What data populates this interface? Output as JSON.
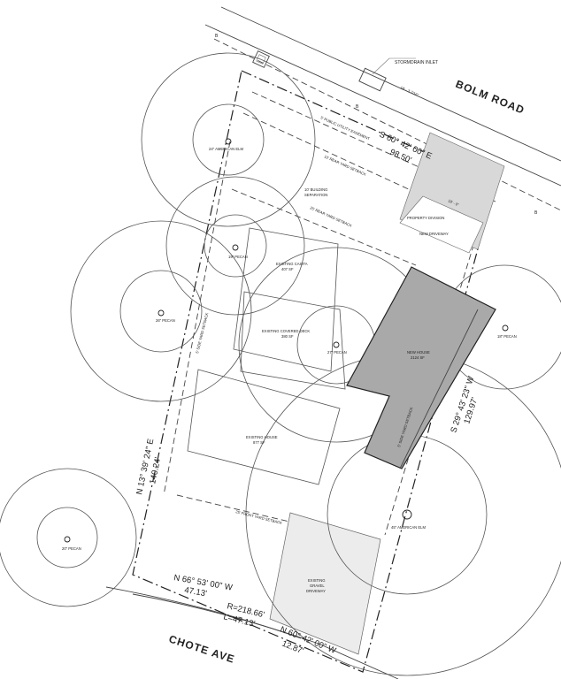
{
  "roads": {
    "north": "BOLM ROAD",
    "south": "CHOTE AVE"
  },
  "bearings": {
    "rear": "S 60° 42' 00\" E",
    "rear_dist": "98.50'",
    "east": "S 29° 43' 23\" W",
    "east_dist": "129.97'",
    "west": "N 13° 39' 24\" E",
    "west_dist": "140.24'",
    "south1": "N 66° 53' 00\" W",
    "south1_dist": "47.13'",
    "curve_r": "R=218.66'",
    "curve_l": "L=47.13'",
    "south2": "N 60° 42' 00\" W",
    "south2_dist": "12.87'"
  },
  "labels": {
    "stormdrain": "STORMDRAIN INLET",
    "utility_easement": "5' PUBLIC UTILITY EASEMENT",
    "rear_setback_10": "10' REAR YARD SETBACK",
    "building_sep_1": "10' BUILDING",
    "building_sep_2": "SEPARATION",
    "rear_setback_25": "25' REAR YARD SETBACK",
    "property_division": "PROPERTY DIVISION",
    "new_driveway": "NEW DRIVEWAY",
    "side_setback_w": "5' SIDE YARD SETBACK",
    "side_setback_e": "5' SIDE YARD SETBACK",
    "front_setback": "25' FRONT YARD SETBACK",
    "dim_top": "18' - 3 7/16\"",
    "dim_drive": "18' - 0\""
  },
  "structures": {
    "casita": "EXISTING CASITA",
    "casita_sf": "407 SF",
    "deck": "EXISTING COVERED DECK",
    "deck_sf": "380 SF",
    "house": "EXISTING HOUSE",
    "house_sf": "877 SF",
    "new_house": "NEW HOUSE",
    "new_house_sf": "2124 SF",
    "gravel_1": "EXISTING",
    "gravel_2": "GRAVEL",
    "gravel_3": "DRIVEWAY"
  },
  "trees": {
    "elm_24": "24\" AMERICAN ELM",
    "pecan_19": "19\" PECAN",
    "pecan_26": "26\" PECAN",
    "pecan_27": "27\" PECAN",
    "pecan_18": "18\" PECAN",
    "elm_45": "45\" AMERICAN ELM",
    "pecan_20": "20\" PECAN"
  },
  "marks": {
    "b": "B"
  },
  "colors": {
    "new_house_fill": "#a9a9a9",
    "line": "#444444"
  }
}
